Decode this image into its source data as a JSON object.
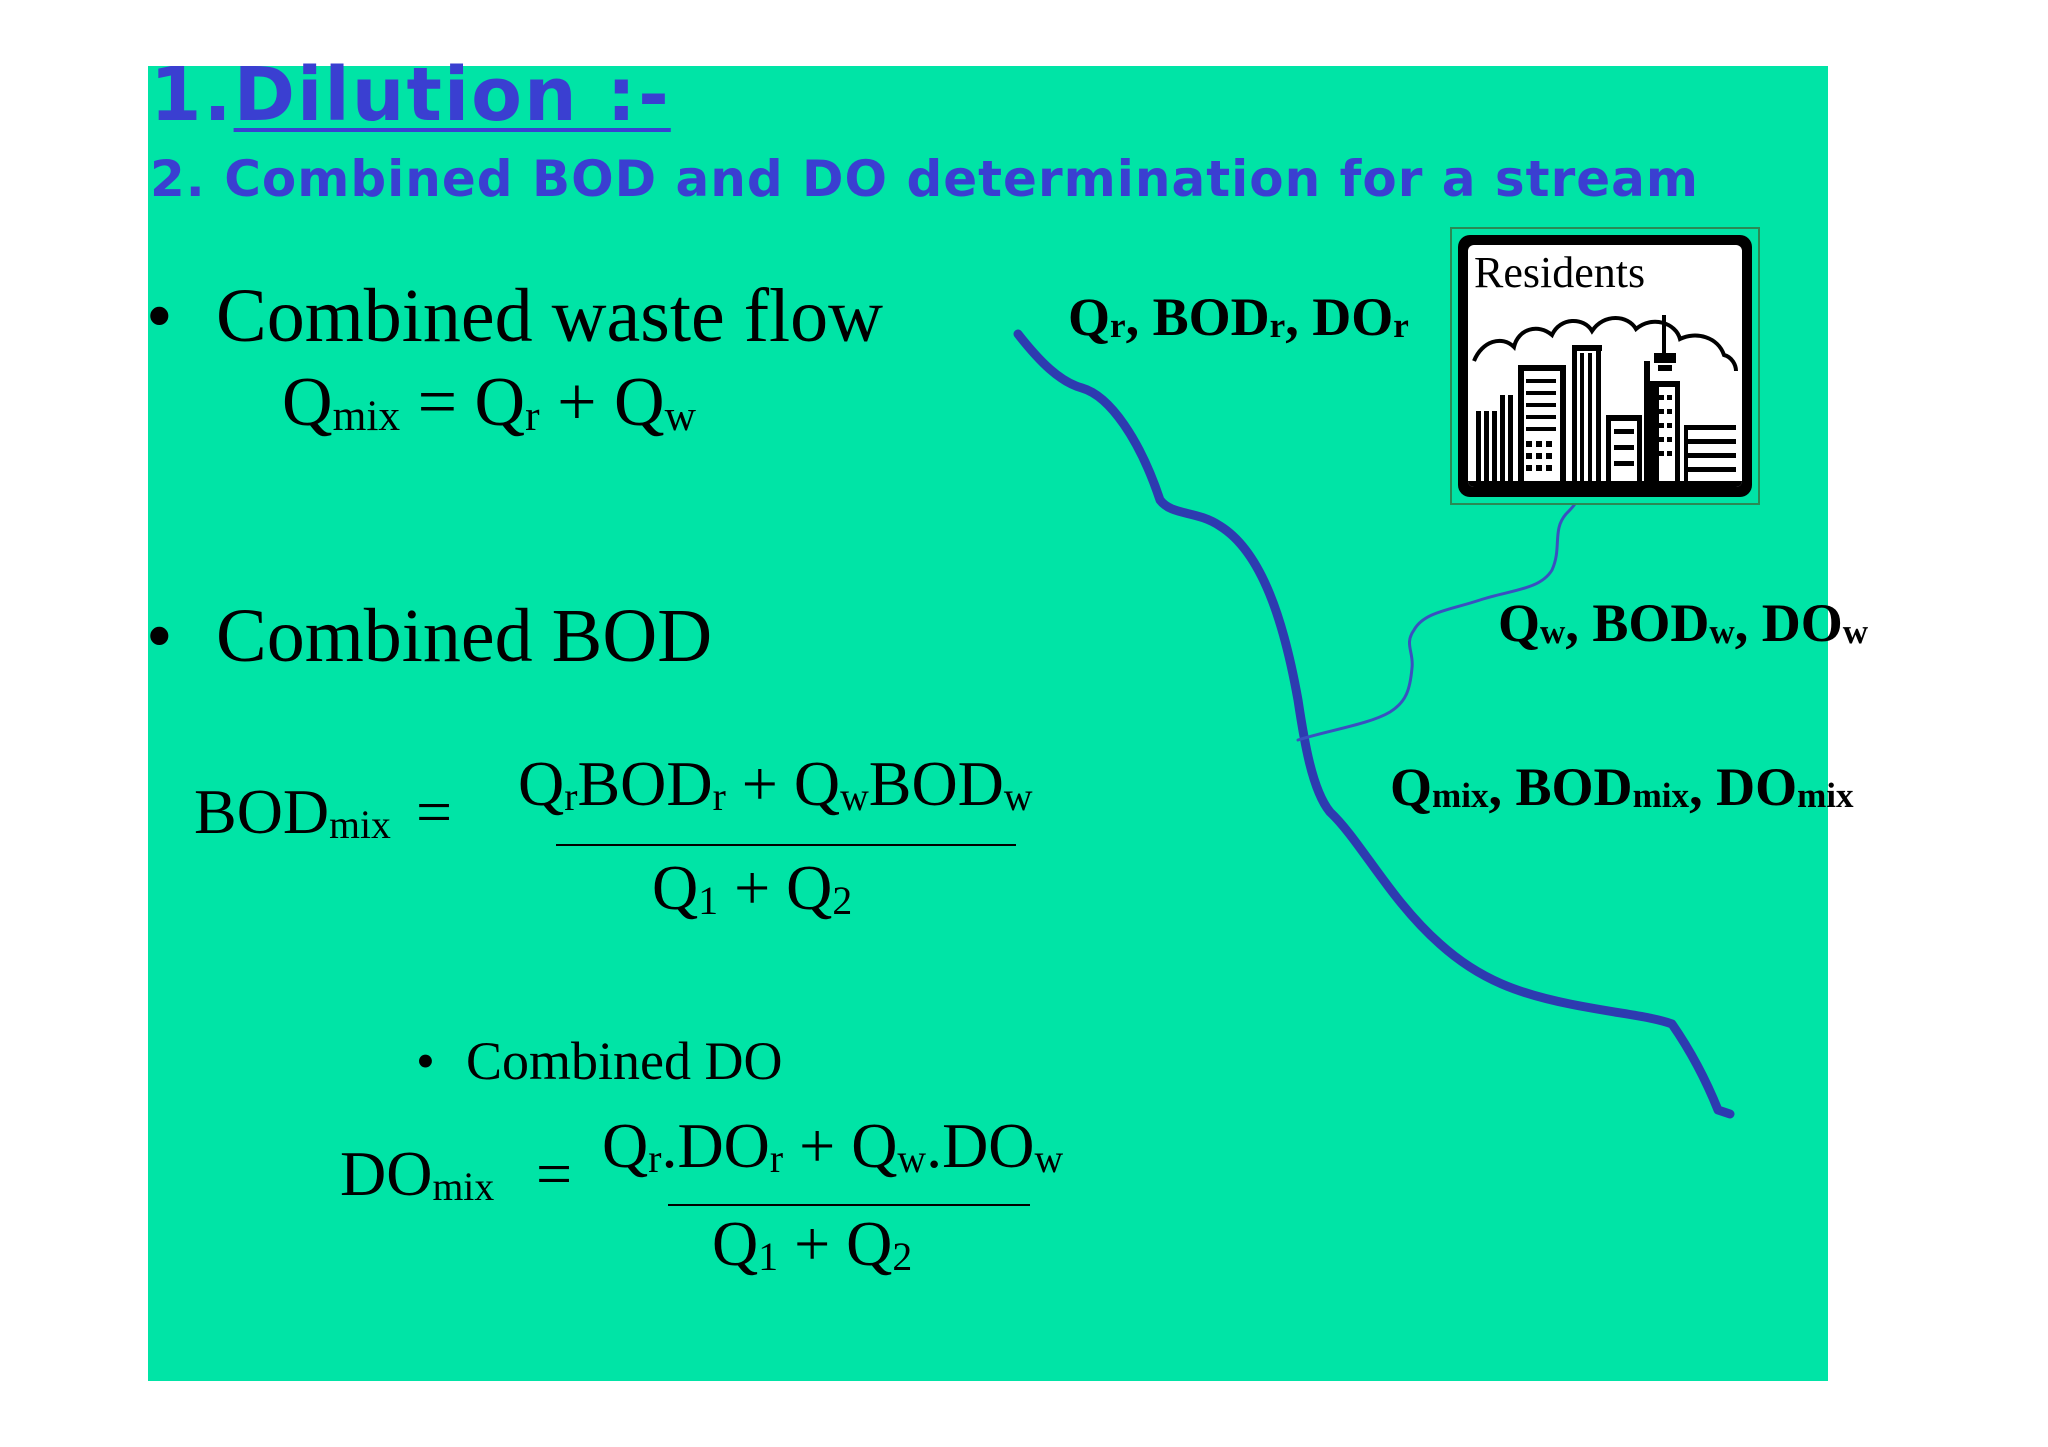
{
  "title": {
    "number": "1.",
    "text": "Dilution :-"
  },
  "subtitle": "2. Combined BOD and DO determination for a stream",
  "flow": {
    "bullet": "•",
    "heading": "Combined waste flow",
    "eq_lhs": "Q",
    "eq_lhs_sub": "mix",
    "eq_rest_1": " = Q",
    "eq_sub_r": "r",
    "eq_rest_2": " + Q",
    "eq_sub_w": "w"
  },
  "bod": {
    "bullet": "•",
    "heading": "Combined BOD",
    "lhs": "BOD",
    "lhs_sub": "mix",
    "equals": "=",
    "num": [
      "Q",
      "r",
      "BOD",
      "r",
      " + Q",
      "w",
      "BOD",
      "w"
    ],
    "den": [
      "Q",
      "1",
      " + Q",
      "2"
    ]
  },
  "do": {
    "bullet": "•",
    "heading": "Combined DO",
    "lhs": "DO",
    "lhs_sub": "mix",
    "equals": "=",
    "num": [
      "Q",
      "r",
      ".DO",
      "r",
      " + Q",
      "w",
      ".DO",
      "w"
    ],
    "den": [
      "Q",
      "1",
      " + Q",
      "2"
    ]
  },
  "labels": {
    "river": [
      "Q",
      "r",
      ", BOD",
      "r",
      ", DO",
      "r"
    ],
    "waste": [
      "Q",
      "w",
      ", BOD",
      "w",
      ", DO",
      "w"
    ],
    "mix": [
      "Q",
      "mix",
      ", BOD",
      "mix",
      ", DO",
      "mix"
    ]
  },
  "residents": {
    "label": "Residents",
    "icon": "city-buildings-icon"
  },
  "colors": {
    "background": "#00e4a6",
    "title": "#3a3fd1",
    "river": "#2d3bb0",
    "tributary": "#3a50c0"
  }
}
